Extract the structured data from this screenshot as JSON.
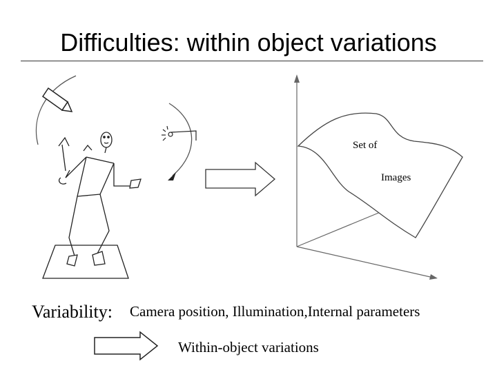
{
  "title": "Difficulties: within object variations",
  "figure": {
    "manifold_label_line1": "Set of",
    "manifold_label_line2": "Images"
  },
  "variability": {
    "label": "Variability:",
    "text": "Camera position, Illumination,Internal parameters"
  },
  "conclusion": {
    "text": "Within-object variations"
  }
}
